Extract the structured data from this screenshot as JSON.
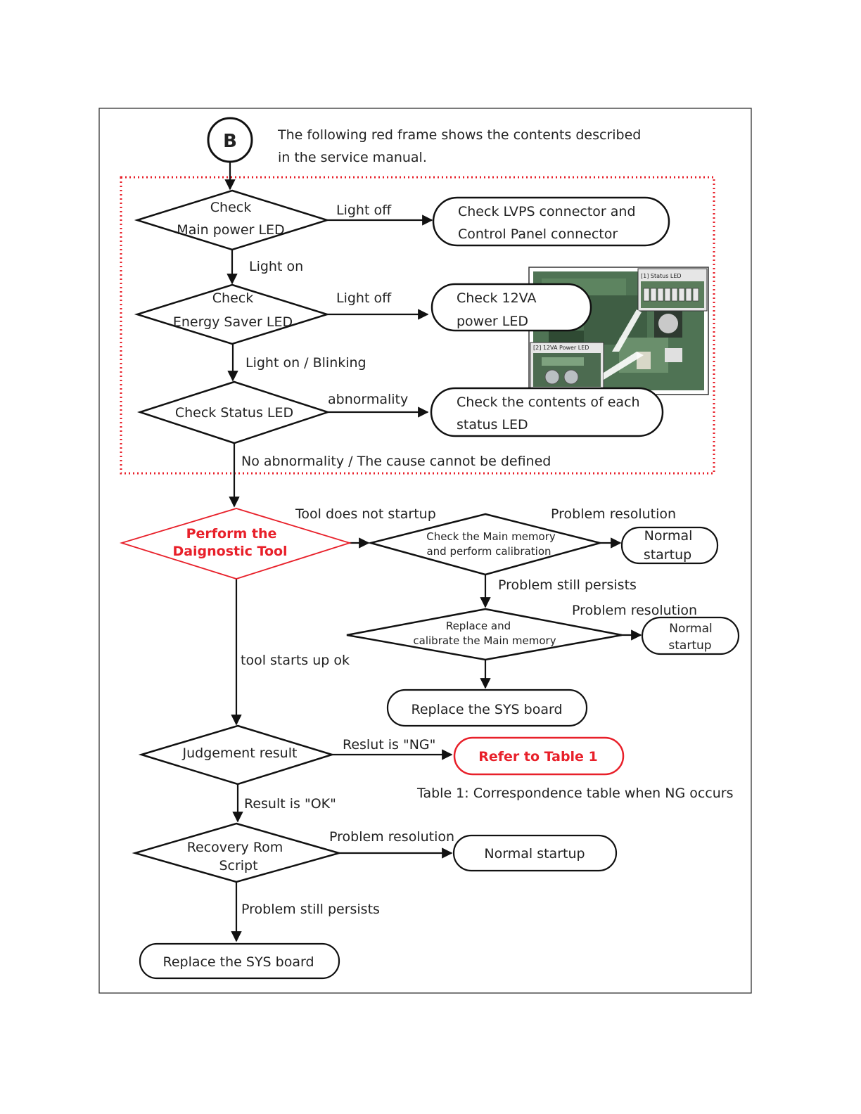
{
  "start_marker": "B",
  "intro_text": [
    "The following red frame shows the contents described",
    "in the service manual."
  ],
  "nodes": {
    "check_main_power_led": [
      "Check",
      "Main power LED"
    ],
    "check_lvps": [
      "Check LVPS connector and",
      "Control Panel connector"
    ],
    "check_energy_saver_led": [
      "Check",
      "Energy Saver LED"
    ],
    "check_12va": [
      "Check 12VA",
      "power LED"
    ],
    "check_status_led": [
      "Check Status LED"
    ],
    "check_each_status_led": [
      "Check the contents of each",
      "status LED"
    ],
    "diagnostic_tool": [
      "Perform the",
      "Daignostic Tool"
    ],
    "check_main_memory": [
      "Check the Main memory",
      "and perform calibration"
    ],
    "normal_startup_1": [
      "Normal",
      "startup"
    ],
    "replace_calibrate_memory": [
      "Replace and",
      "calibrate the Main memory"
    ],
    "normal_startup_2": [
      "Normal",
      "startup"
    ],
    "replace_sys_board_1": [
      "Replace the SYS board"
    ],
    "judgement_result": [
      "Judgement result"
    ],
    "refer_table_1": [
      "Refer to Table 1"
    ],
    "recovery_rom_script": [
      "Recovery Rom",
      "Script"
    ],
    "normal_startup_3": [
      "Normal startup"
    ],
    "replace_sys_board_2": [
      "Replace the SYS board"
    ]
  },
  "edge_labels": {
    "main_light_off": "Light off",
    "main_light_on": "Light on",
    "energy_light_off": "Light off",
    "energy_light_on_blinking": "Light on / Blinking",
    "status_abnormality": "abnormality",
    "status_no_abnormality": "No abnormality / The cause cannot be defined",
    "tool_not_startup": "Tool does not startup",
    "memory_problem_resolution": "Problem resolution",
    "memory_problem_persists": "Problem still persists",
    "replace_problem_resolution": "Problem resolution",
    "tool_starts_ok": "tool starts up ok",
    "result_ng": "Reslut is \"NG\"",
    "result_ok": "Result is \"OK\"",
    "recovery_problem_resolution": "Problem resolution",
    "recovery_problem_persists": "Problem still persists"
  },
  "table_note": "Table 1: Correspondence table when NG occurs",
  "board_photo": {
    "label_status_led": "[1] Status LED",
    "label_12va_led": "[2] 12VA Power LED"
  },
  "colors": {
    "highlight_red": "#e8202a",
    "line": "#111111"
  }
}
